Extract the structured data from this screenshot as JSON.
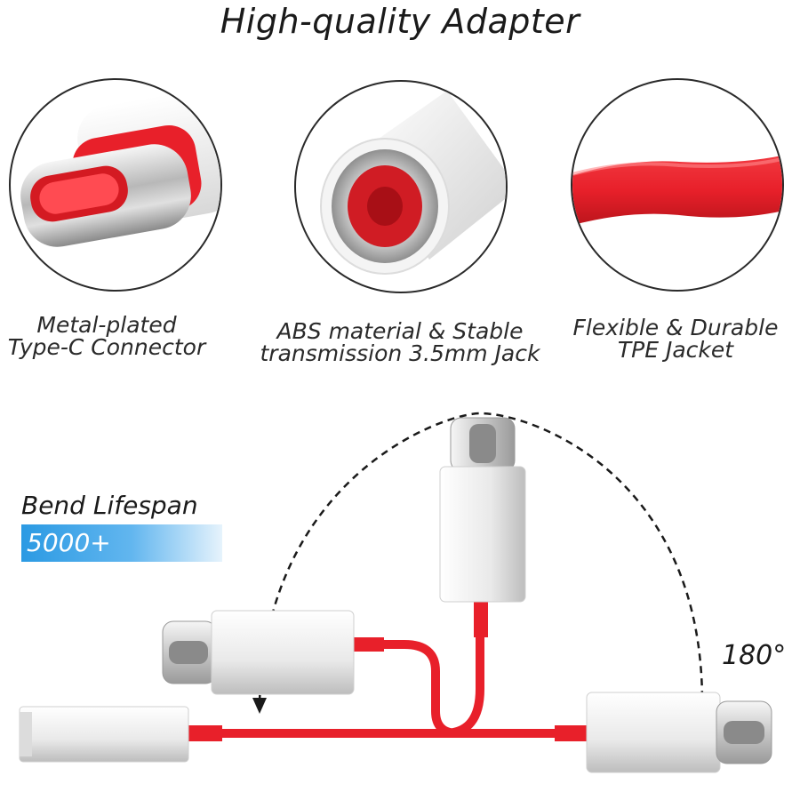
{
  "title": "High-quality Adapter",
  "features": [
    {
      "icon": "type-c-connector",
      "line1": "Metal-plated",
      "line2": "Type-C Connector"
    },
    {
      "icon": "audio-jack",
      "line1": "ABS material & Stable",
      "line2": "transmission 3.5mm Jack"
    },
    {
      "icon": "tpe-cable",
      "line1": "Flexible & Durable",
      "line2": "TPE Jacket"
    }
  ],
  "bend": {
    "label": "Bend Lifespan",
    "value": "5000+",
    "angle": "180°"
  },
  "colors": {
    "cable_red": "#e8202a",
    "connector_white": "#f2f2f2",
    "badge_blue": "#2b9ae3"
  }
}
